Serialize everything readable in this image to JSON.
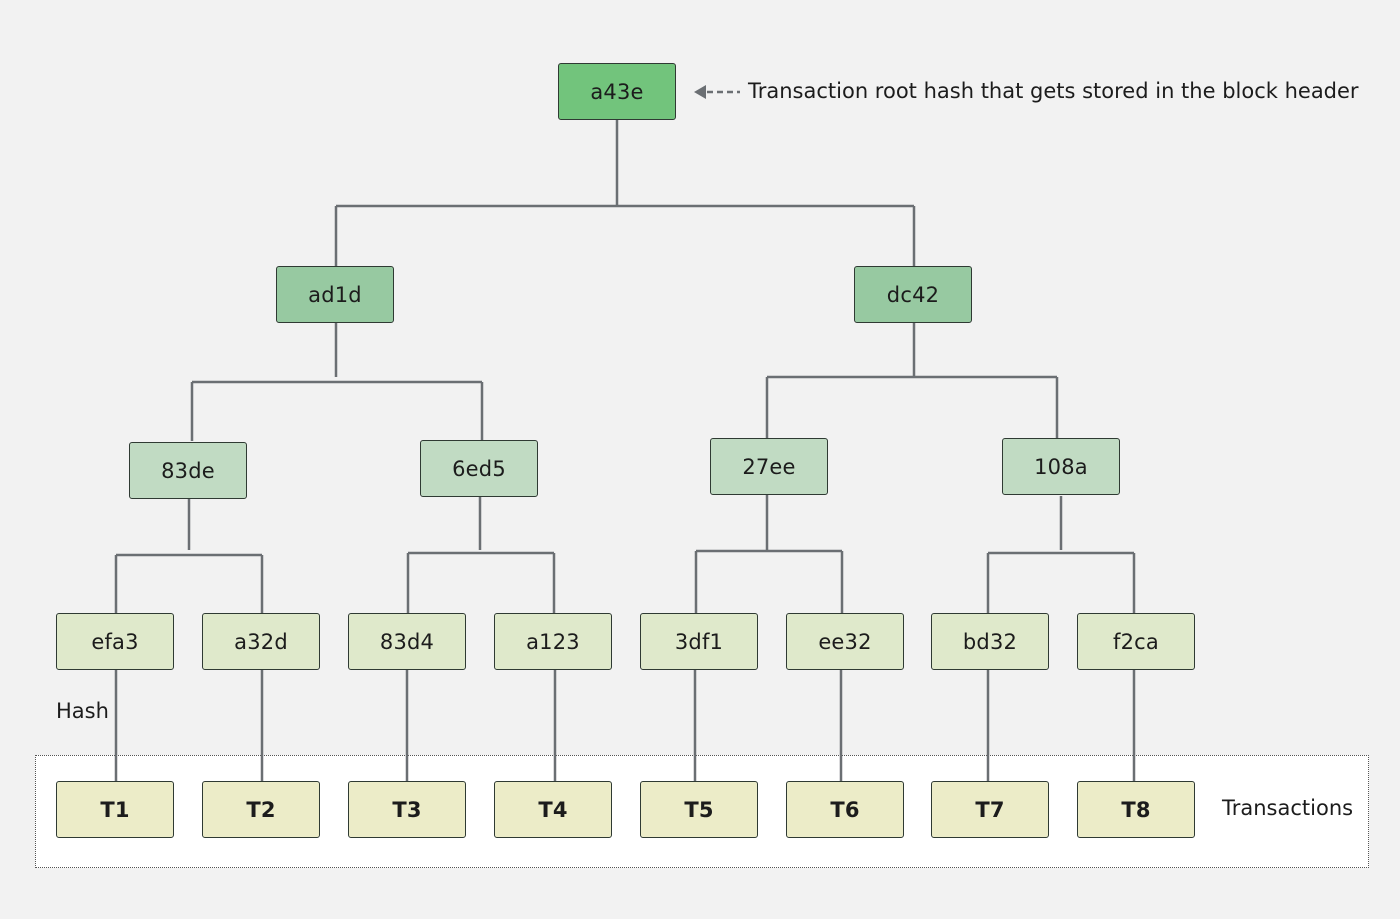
{
  "root": {
    "label": "a43e"
  },
  "root_annotation": "Transaction root hash that gets stored in the block header",
  "level1": [
    {
      "label": "ad1d"
    },
    {
      "label": "dc42"
    }
  ],
  "level2": [
    {
      "label": "83de"
    },
    {
      "label": "6ed5"
    },
    {
      "label": "27ee"
    },
    {
      "label": "108a"
    }
  ],
  "level3": [
    {
      "label": "efa3"
    },
    {
      "label": "a32d"
    },
    {
      "label": "83d4"
    },
    {
      "label": "a123"
    },
    {
      "label": "3df1"
    },
    {
      "label": "ee32"
    },
    {
      "label": "bd32"
    },
    {
      "label": "f2ca"
    }
  ],
  "transactions": [
    {
      "label": "T1"
    },
    {
      "label": "T2"
    },
    {
      "label": "T3"
    },
    {
      "label": "T4"
    },
    {
      "label": "T5"
    },
    {
      "label": "T6"
    },
    {
      "label": "T7"
    },
    {
      "label": "T8"
    }
  ],
  "hash_label": "Hash",
  "transactions_label": "Transactions",
  "colors": {
    "root": "#72c47c",
    "level1": "#97c9a1",
    "level2": "#c1dbc3",
    "level3": "#dfe9cb",
    "transaction": "#ececc8",
    "connector": "#6b6f73",
    "background": "#f2f2f2"
  }
}
